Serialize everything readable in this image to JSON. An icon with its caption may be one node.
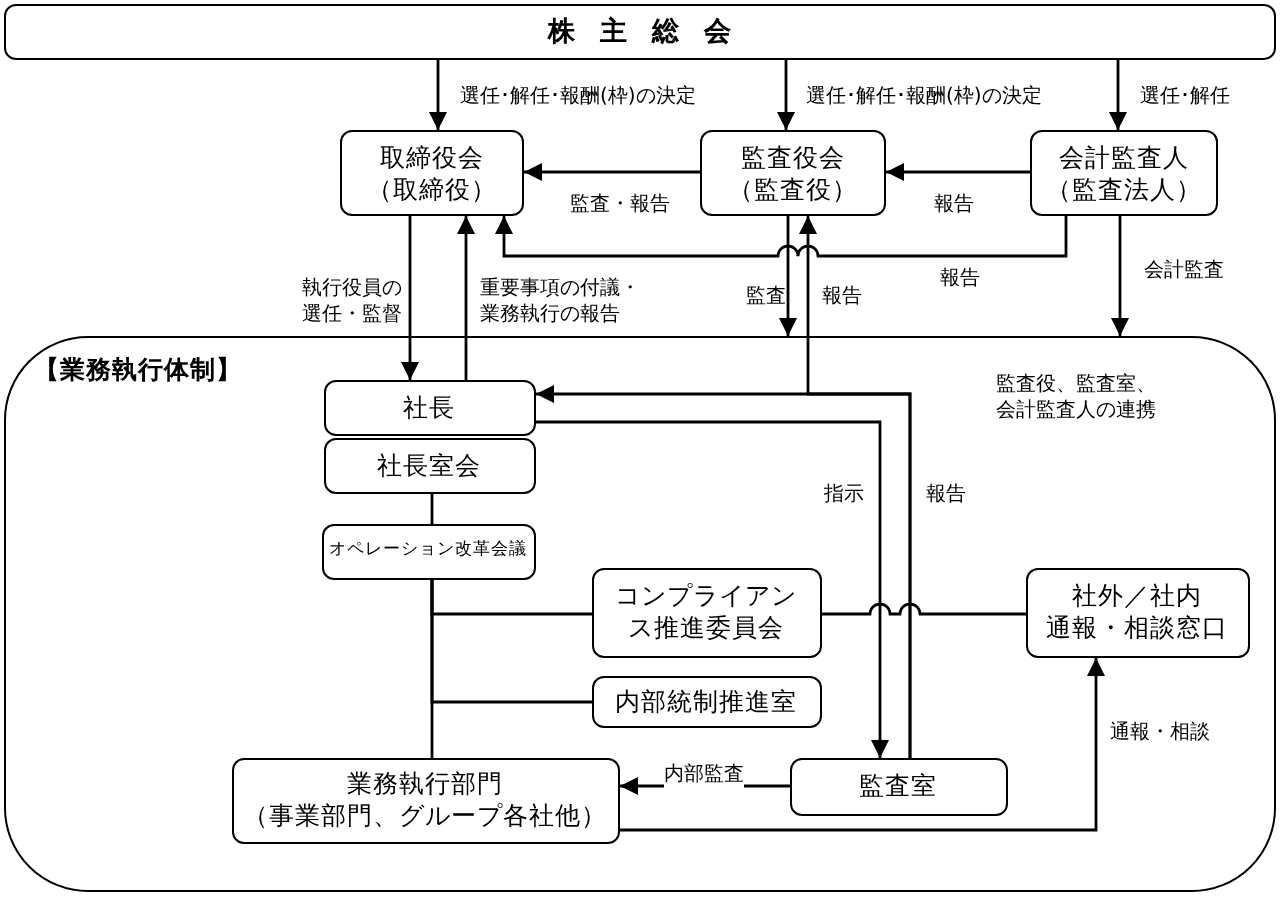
{
  "diagram": {
    "nodes": [
      {
        "text": [
          "株主総会"
        ]
      },
      {
        "text": [
          "取締役会",
          "（取締役）"
        ]
      },
      {
        "text": [
          "監査役会",
          "（監査役）"
        ]
      },
      {
        "text": [
          "会計監査人",
          "（監査法人）"
        ]
      },
      {
        "text": [
          "【業務執行体制】"
        ]
      },
      {
        "text": [
          "社長"
        ],
        "in": 4
      },
      {
        "text": [
          "社長室会"
        ],
        "in": 4
      },
      {
        "text": [
          "オペレーション改革会議"
        ],
        "in": 4
      },
      {
        "text": [
          "コンプライアンス推進委員会"
        ],
        "in": 4
      },
      {
        "text": [
          "内部統制推進室"
        ],
        "in": 4
      },
      {
        "text": [
          "業務執行部門",
          "（事業部門、グループ各社他）"
        ],
        "in": 4
      },
      {
        "text": [
          "監査室"
        ],
        "in": 4
      },
      {
        "text": [
          "社外／社内",
          "通報・相談窓口"
        ],
        "in": 4
      }
    ],
    "edges": [
      {
        "from": 0,
        "to": 1,
        "arrow": "to",
        "label": "選任･解任･報酬(枠)の決定"
      },
      {
        "from": 0,
        "to": 2,
        "arrow": "to",
        "label": "選任･解任･報酬(枠)の決定"
      },
      {
        "from": 0,
        "to": 3,
        "arrow": "to",
        "label": "選任･解任"
      },
      {
        "from": 2,
        "to": 1,
        "arrow": "to",
        "label": "監査・報告"
      },
      {
        "from": 3,
        "to": 2,
        "arrow": "to",
        "label": "報告"
      },
      {
        "from": 3,
        "to": 1,
        "arrow": "to",
        "label": "報告"
      },
      {
        "from": 1,
        "to": 5,
        "arrow": "to",
        "label": "執行役員の選任・監督"
      },
      {
        "from": 5,
        "to": 1,
        "arrow": "to",
        "label": "重要事項の付議・業務執行の報告"
      },
      {
        "from": 2,
        "to": 4,
        "arrow": "to",
        "label": "監査"
      },
      {
        "from": 11,
        "to": 5,
        "arrow": "to",
        "label": "報告"
      },
      {
        "from": 11,
        "to": 2,
        "arrow": "to",
        "label": "報告"
      },
      {
        "from": 5,
        "to": 11,
        "arrow": "to",
        "label": "指示"
      },
      {
        "from": 3,
        "to": 4,
        "arrow": "to",
        "label": "会計監査"
      },
      {
        "from": 6,
        "to": 7,
        "arrow": "none"
      },
      {
        "from": 7,
        "to": 8,
        "arrow": "none"
      },
      {
        "from": 7,
        "to": 9,
        "arrow": "none"
      },
      {
        "from": 7,
        "to": 10,
        "arrow": "none"
      },
      {
        "from": 8,
        "to": 12,
        "arrow": "none"
      },
      {
        "from": 11,
        "to": 10,
        "arrow": "to",
        "label": "内部監査"
      },
      {
        "from": 10,
        "to": 12,
        "arrow": "to",
        "label": "通報・相談"
      }
    ],
    "labels": [
      "監査役、監査室、会計監査人の連携"
    ]
  }
}
